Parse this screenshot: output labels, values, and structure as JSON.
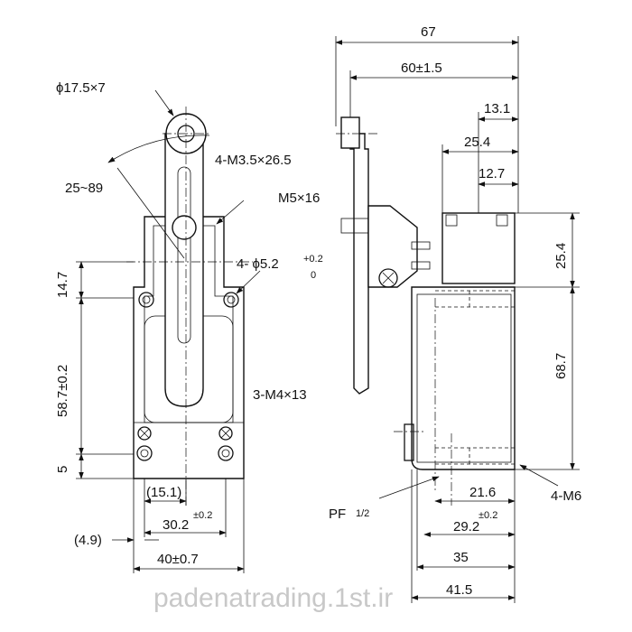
{
  "front_view": {
    "roller": "ϕ17.5×7",
    "angle": "25~89",
    "lever_screw": "4-M3.5×26.5",
    "screw_m5": "M5×16",
    "hole": "4- ϕ5.2",
    "tol_upper": "+0.2",
    "tol_lower": "0",
    "height_top": "14.7",
    "height_mid": "58.7±0.2",
    "height_bottom": "5",
    "mount_screw": "3-M4×13",
    "width_inner": "(15.1)",
    "width_hole": "30.2",
    "width_hole_tol": "±0.2",
    "offset": "(4.9)",
    "width_total": "40±0.7"
  },
  "side_view": {
    "overall": "67",
    "length": "60±1.5",
    "d131": "13.1",
    "d254": "25.4",
    "d127": "12.7",
    "height_top": "25.4",
    "height_body": "68.7",
    "conduit": "PF",
    "conduit_size": "1/2",
    "d216": "21.6",
    "d292": "29.2",
    "d292_tol": "±0.2",
    "d35": "35",
    "d415": "41.5",
    "tap": "4-M6"
  },
  "watermark": "padenatrading.1st.ir"
}
